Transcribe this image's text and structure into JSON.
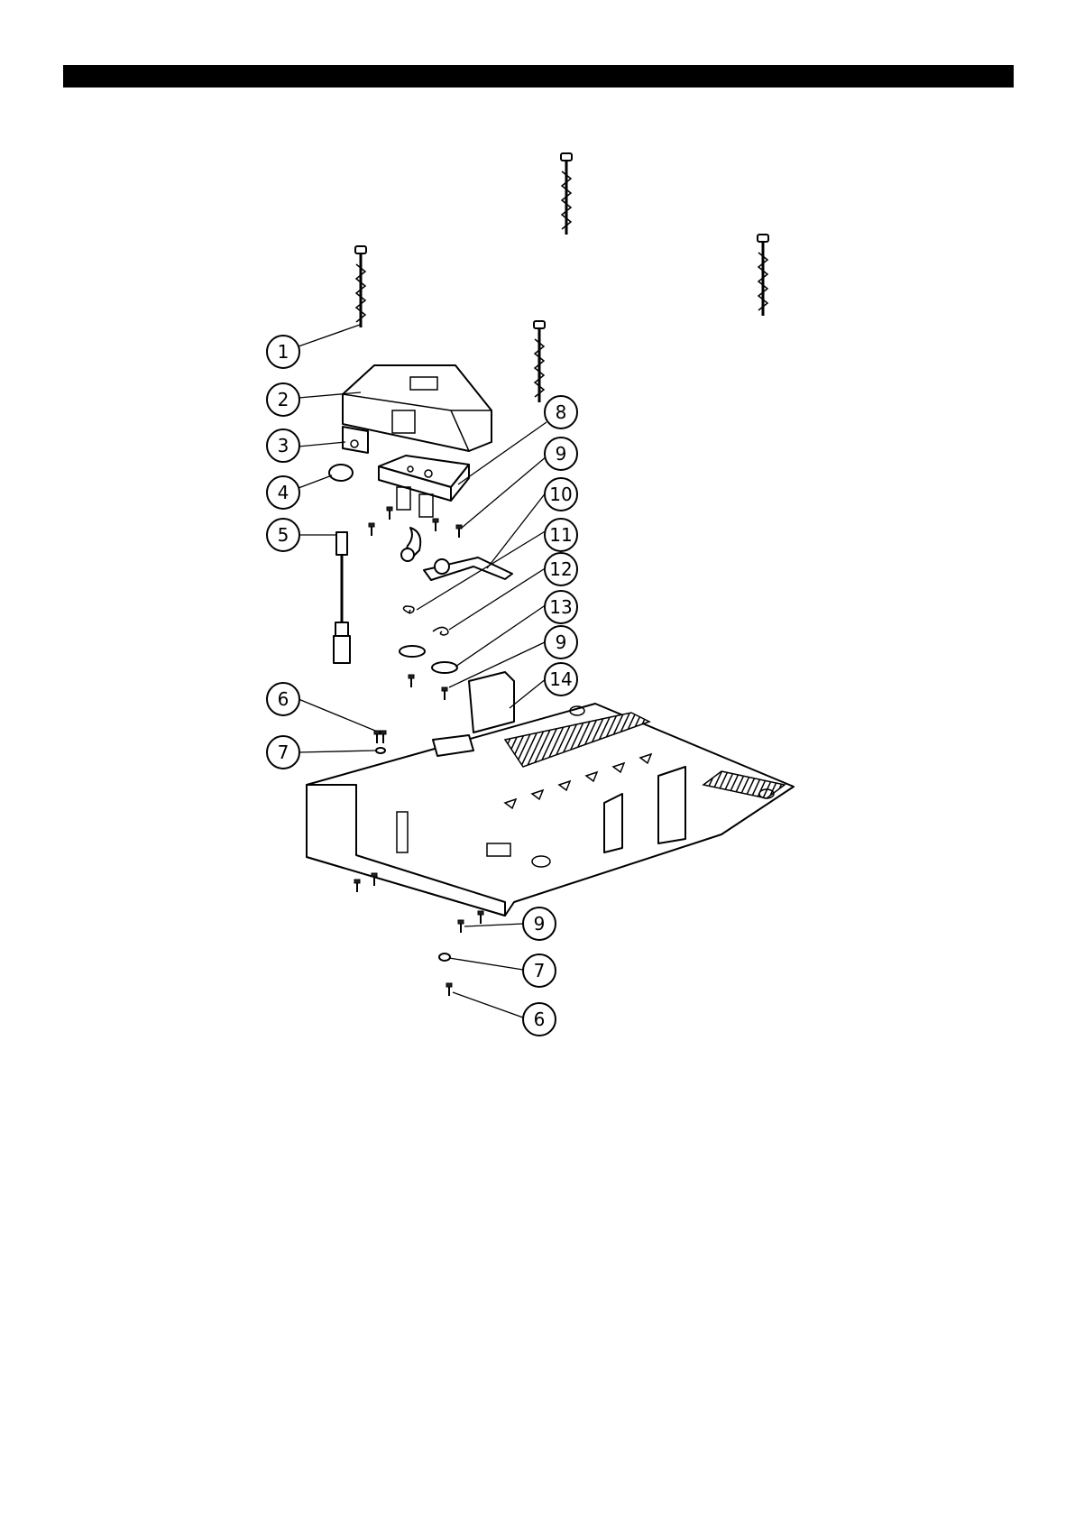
{
  "header": {
    "bar_color": "#000000"
  },
  "diagram": {
    "callouts": [
      {
        "id": "c1",
        "label": "1"
      },
      {
        "id": "c2",
        "label": "2"
      },
      {
        "id": "c3",
        "label": "3"
      },
      {
        "id": "c4",
        "label": "4"
      },
      {
        "id": "c5",
        "label": "5"
      },
      {
        "id": "c6a",
        "label": "6"
      },
      {
        "id": "c7a",
        "label": "7"
      },
      {
        "id": "c8",
        "label": "8"
      },
      {
        "id": "c9a",
        "label": "9"
      },
      {
        "id": "c10",
        "label": "10"
      },
      {
        "id": "c11",
        "label": "11"
      },
      {
        "id": "c12",
        "label": "12"
      },
      {
        "id": "c13",
        "label": "13"
      },
      {
        "id": "c9b",
        "label": "9"
      },
      {
        "id": "c14",
        "label": "14"
      },
      {
        "id": "c9c",
        "label": "9"
      },
      {
        "id": "c7b",
        "label": "7"
      },
      {
        "id": "c6b",
        "label": "6"
      }
    ]
  }
}
